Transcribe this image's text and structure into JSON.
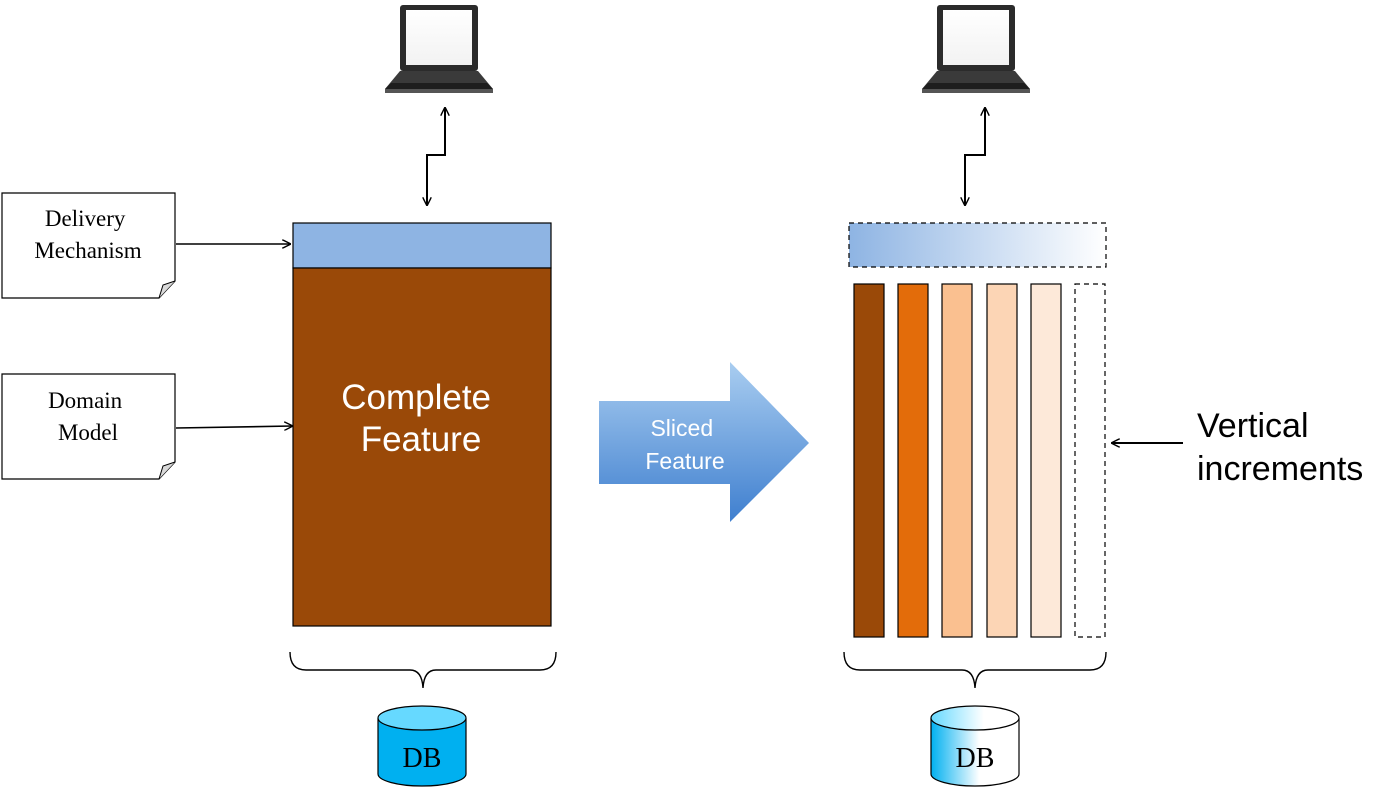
{
  "notes": {
    "delivery": [
      "Delivery",
      "Mechanism"
    ],
    "domain": [
      "Domain",
      "Model"
    ]
  },
  "left": {
    "feature_label": [
      "Complete",
      "Feature"
    ],
    "db_label": "DB"
  },
  "arrow": {
    "label": [
      "Sliced",
      "Feature"
    ]
  },
  "right": {
    "increments_label": [
      "Vertical",
      "increments"
    ],
    "db_label": "DB"
  },
  "colors": {
    "feature_fill": "#9a4908",
    "delivery_layer": "#8eb4e3",
    "slice_1": "#9a4908",
    "slice_2": "#e36c0a",
    "slice_3": "#fac090",
    "slice_4": "#fcd5b5",
    "slice_5": "#fde9d9",
    "db_cyan": "#00b0f0",
    "db_top": "#66d9ff",
    "arrow_light": "#9dc3e6",
    "arrow_dark": "#4a86d4"
  },
  "icons": {
    "computer": "laptop-icon",
    "database": "database-icon"
  }
}
